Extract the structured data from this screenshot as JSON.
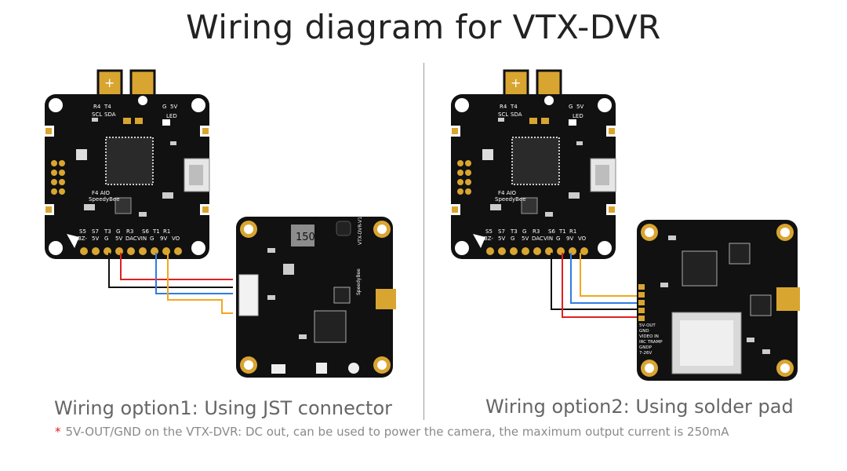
{
  "title": "Wiring diagram for VTX-DVR",
  "captions": {
    "option1": "Wiring option1: Using JST connector",
    "option2": "Wiring option2: Using solder pad"
  },
  "note": {
    "marker": "*",
    "text": "5V-OUT/GND on the VTX-DVR: DC out, can be used to power the camera, the maximum output current is 250mA"
  },
  "fc_labels": {
    "pads": [
      "S5",
      "S7",
      "T3",
      "G",
      "R3",
      "S6",
      "T1",
      "R1"
    ],
    "pads2": [
      "BZ-",
      "5V",
      "G",
      "5V",
      "DAC",
      "VIN",
      "G",
      "9V",
      "VO"
    ],
    "top": [
      "R4",
      "T4",
      "SCL",
      "SDA",
      "5V",
      "G",
      "LED"
    ],
    "brand": "SpeedyBee",
    "model": "F4 AIO"
  },
  "vtx_labels": {
    "inductor": "150",
    "model": "VTX-DVR-V1",
    "brand": "SpeedyBee",
    "pads": [
      "5V-OUT",
      "GND",
      "VIDEO IN",
      "IRC TRAMP",
      "GNDP",
      "7-26V"
    ]
  },
  "colors": {
    "board": "#111111",
    "pad": "#d9a531",
    "wire_red": "#e02020",
    "wire_blue": "#2f7de1",
    "wire_yellow": "#f2a81d",
    "wire_black": "#111111"
  }
}
